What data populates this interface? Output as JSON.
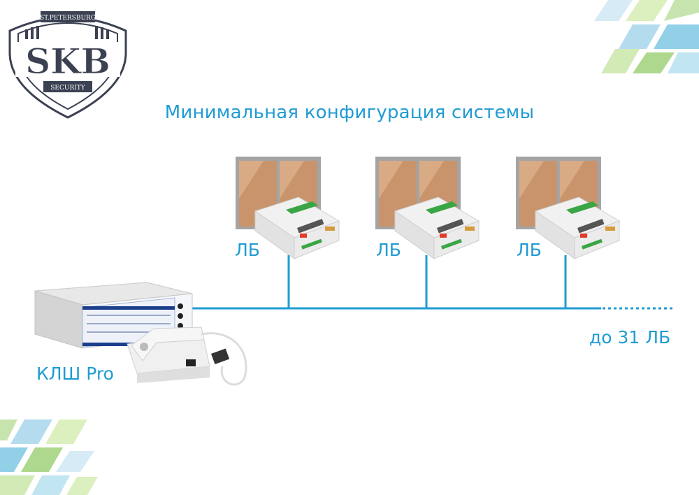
{
  "logo": {
    "top_text": "ST.PETERSBURG",
    "main_text": "SKB",
    "bottom_text": "SECURITY"
  },
  "diagram": {
    "title": "Минимальная конфигурация системы",
    "line_blocks": [
      {
        "label": "ЛБ"
      },
      {
        "label": "ЛБ"
      },
      {
        "label": "ЛБ"
      }
    ],
    "station_label": "КЛШ Pro",
    "expansion_label": "до 31 ЛБ"
  },
  "colors": {
    "accent": "#1f9bd3",
    "window_frame": "#9a9a9a",
    "window_glass": "#c9946b",
    "device_body": "#f1f1f1",
    "device_green": "#3aa544",
    "deco_green": "#8cc63f",
    "deco_blue": "#6fc1e0"
  }
}
